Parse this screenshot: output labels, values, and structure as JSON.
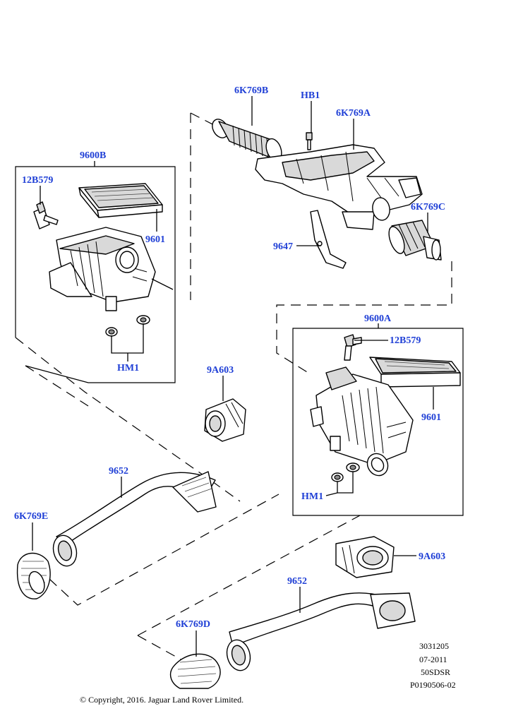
{
  "labels": {
    "duct_front_upper": "6K769B",
    "bolt": "HB1",
    "intake_assembly": "6K769A",
    "air_box_left": "9600B",
    "sensor_left": "12B579",
    "filter_left": "9601",
    "bracket": "9647",
    "duct_right_outlet": "6K769C",
    "grommets_left": "HM1",
    "air_box_right": "9600A",
    "sensor_right": "12B579",
    "filter_right": "9601",
    "adapter_left": "9A603",
    "grommets_right": "HM1",
    "hose_left": "9652",
    "scoop_left": "6K769E",
    "adapter_right": "9A603",
    "hose_right": "9652",
    "scoop_right": "6K769D"
  },
  "footer": {
    "code1": "3031205",
    "date": "07-2011",
    "model": "50SDSR",
    "ref": "P0190506-02"
  },
  "copyright": "© Copyright, 2016. Jaguar Land Rover Limited."
}
